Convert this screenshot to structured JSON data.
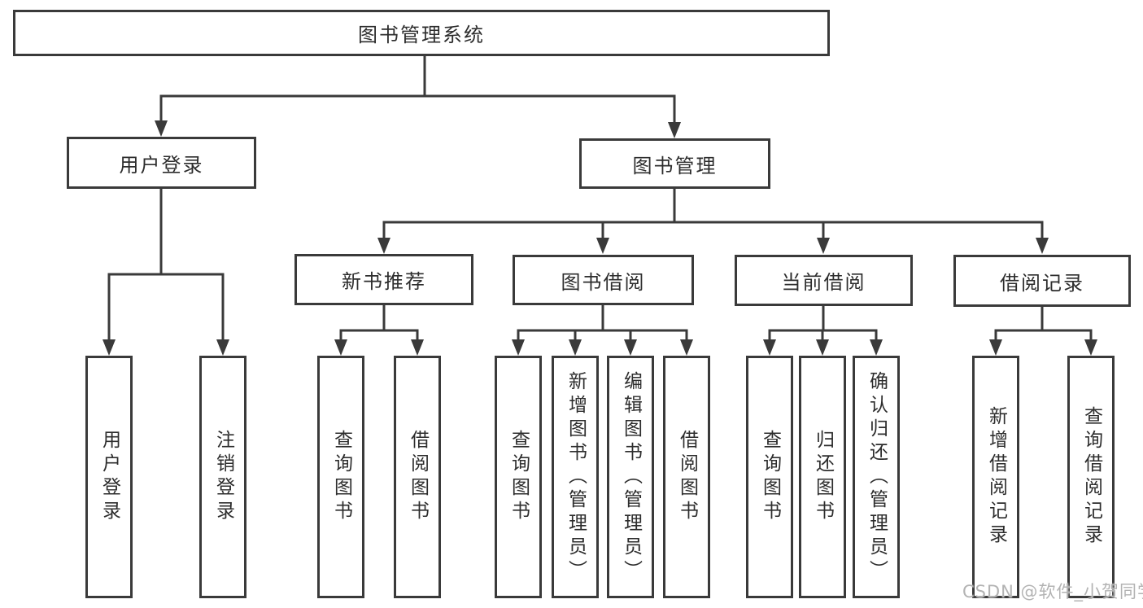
{
  "title": "图书管理系统",
  "watermark": "CSDN @软件_小贺同学",
  "nodes": {
    "user_login": "用户登录",
    "book_mgmt": "图书管理",
    "new_book": "新书推荐",
    "book_borrow": "图书借阅",
    "current_borrow": "当前借阅",
    "borrow_record": "借阅记录"
  },
  "leaves": {
    "login": "用户登录",
    "logout": "注销登录",
    "nb_query": "查询图书",
    "nb_borrow": "借阅图书",
    "bb_query": "查询图书",
    "bb_add": "新增图书（管理员）",
    "bb_edit": "编辑图书（管理员）",
    "bb_borrow": "借阅图书",
    "cb_query": "查询图书",
    "cb_return": "归还图书",
    "cb_confirm": "确认归还（管理员）",
    "br_add": "新增借阅记录",
    "br_query": "查询借阅记录"
  },
  "colors": {
    "line": "#3a3a3a",
    "text": "#2d2d2d",
    "watermark": "#b3b3b3",
    "box_bg": "#ffffff"
  }
}
